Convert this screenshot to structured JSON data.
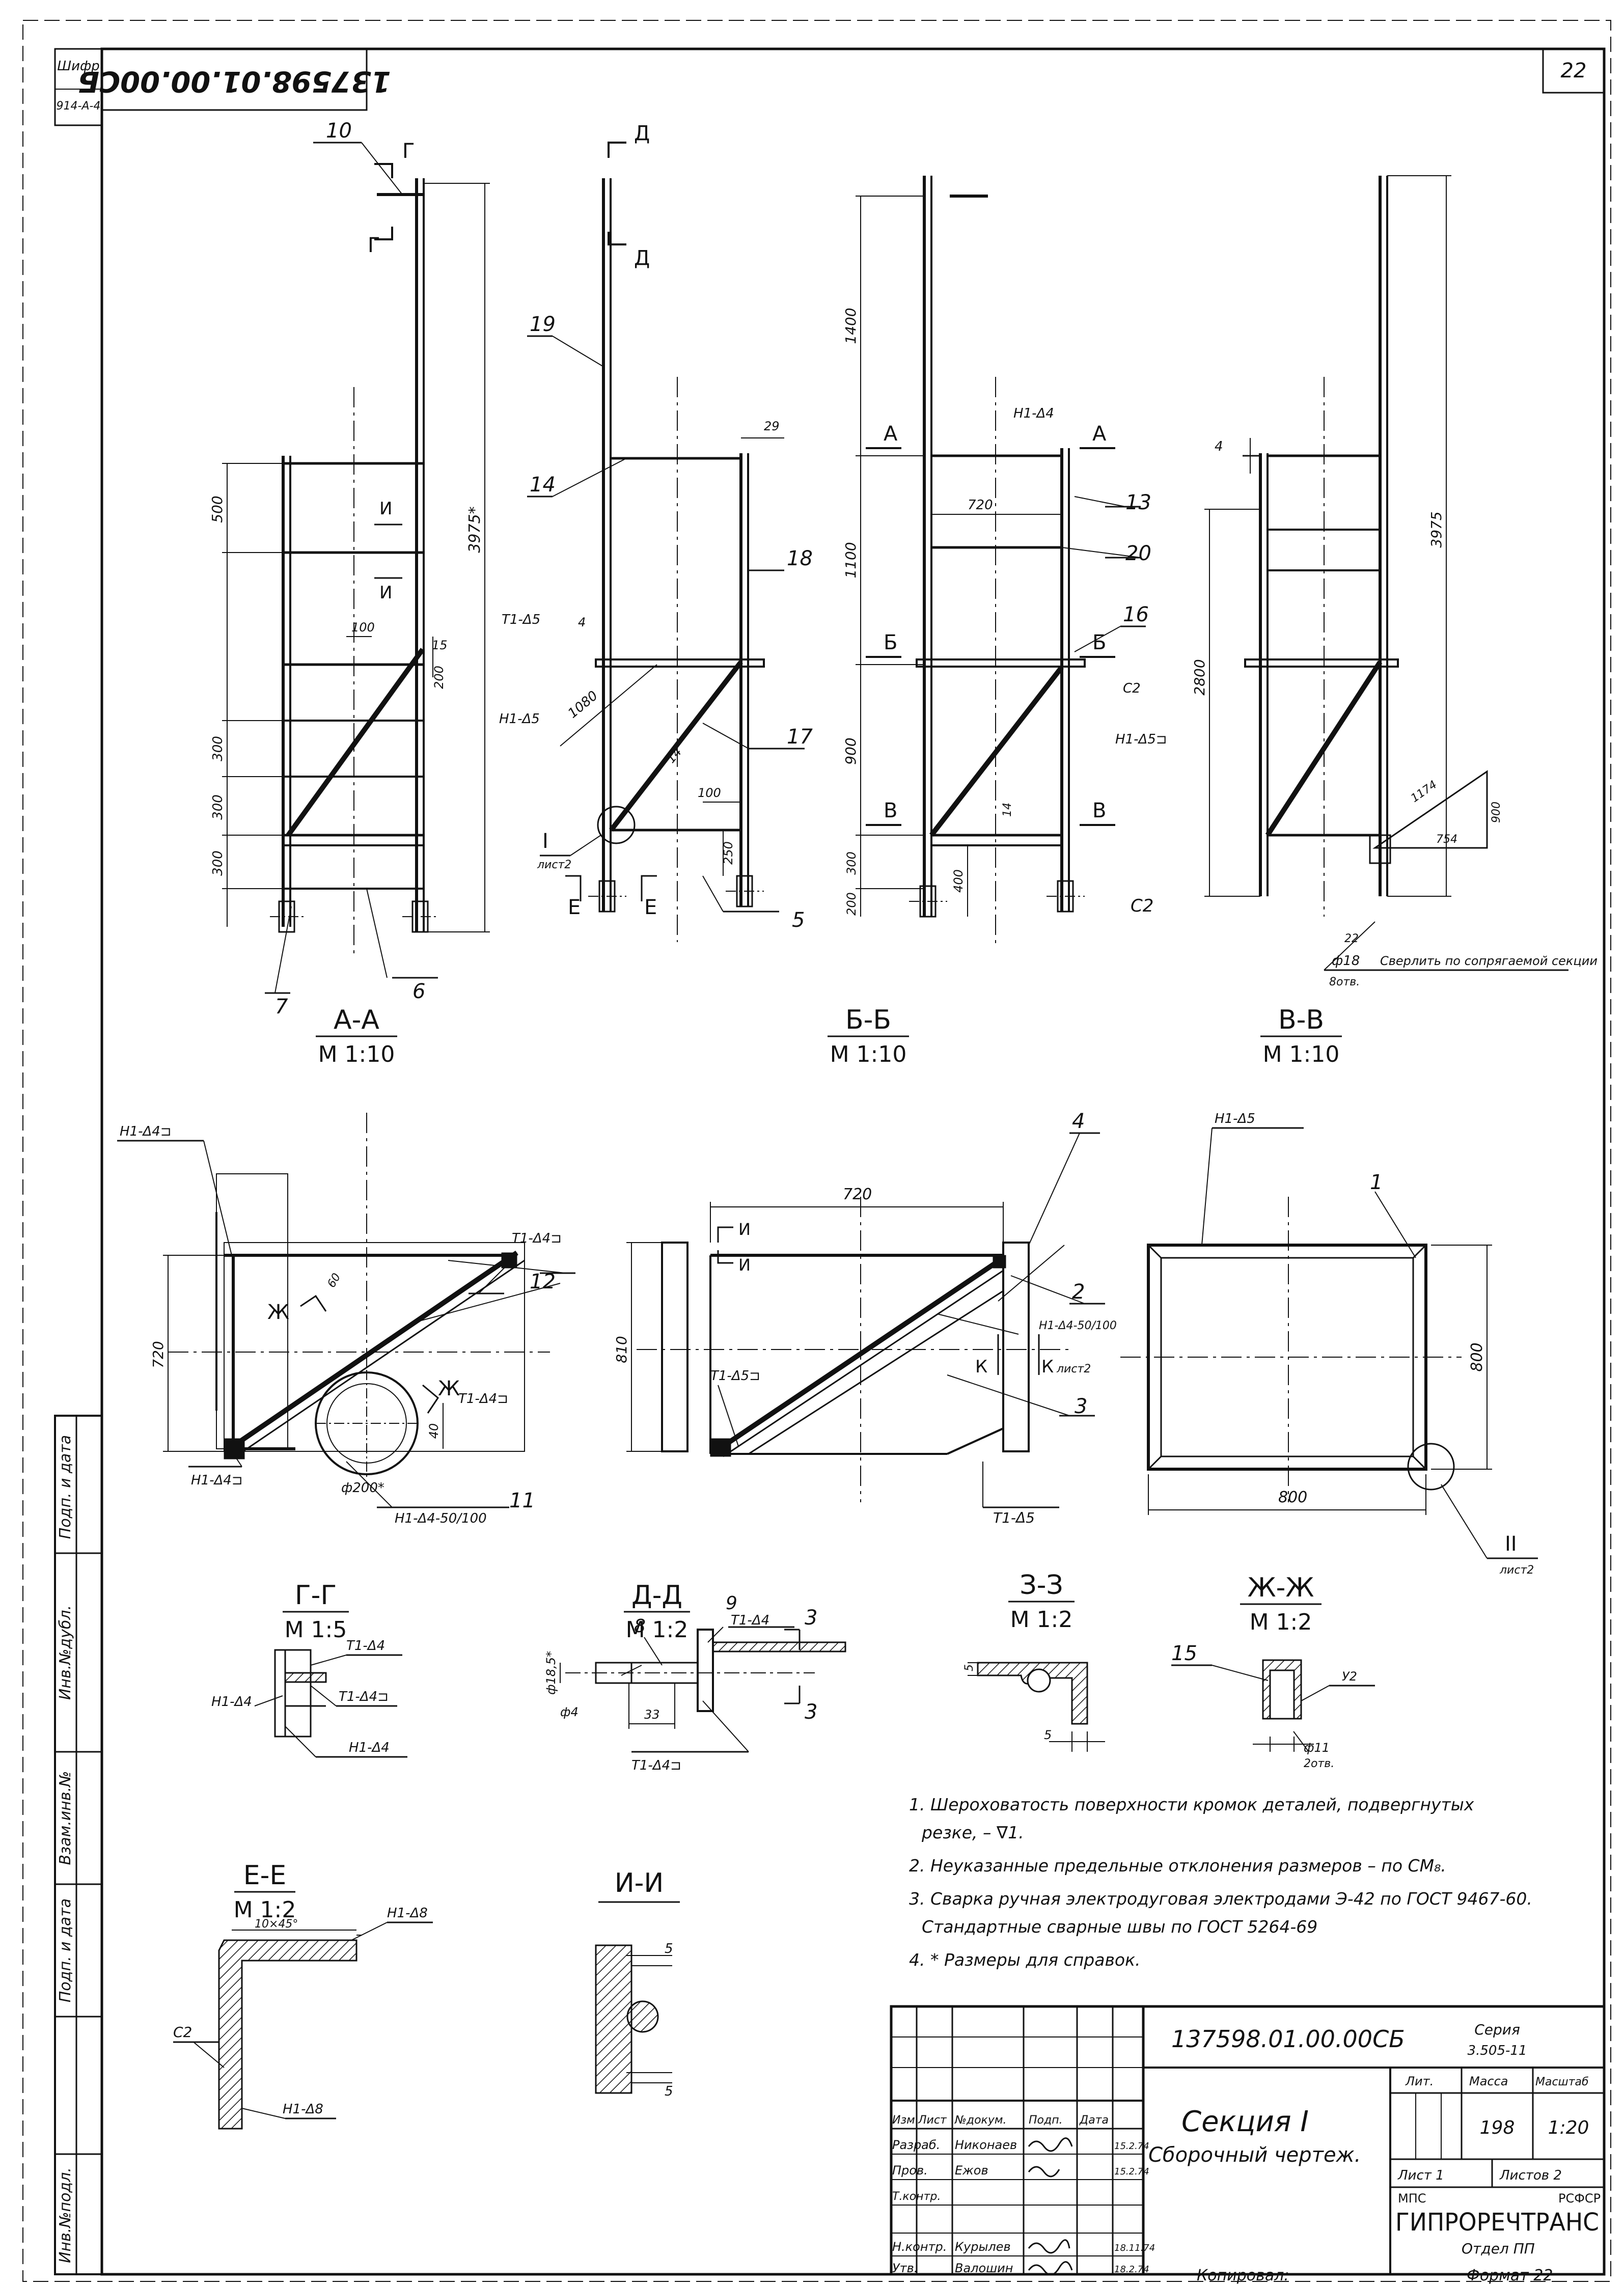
{
  "sheet": {
    "page_number": "22",
    "top_code_rotated": "137598.01.00.00СБ",
    "cipher_label": "Шифр",
    "cipher_value": "914-А-4",
    "left_margin_labels": [
      "Инв.№подл.",
      "Подп. и дата",
      "Взам.инв.№",
      "Инв.№дубл.",
      "Подп. и дата"
    ]
  },
  "views": {
    "view_aa": {
      "title": "А-А",
      "scale": "М 1:10"
    },
    "view_bb": {
      "title": "Б-Б",
      "scale": "М 1:10"
    },
    "view_vv": {
      "title": "В-В",
      "scale": "М 1:10"
    },
    "view_gg": {
      "title": "Г-Г",
      "scale": "М 1:5"
    },
    "view_dd": {
      "title": "Д-Д",
      "scale": "М 1:2"
    },
    "view_zz": {
      "title": "З-З",
      "scale": "М 1:2"
    },
    "view_zhzh": {
      "title": "Ж-Ж",
      "scale": "М 1:2"
    },
    "view_ee": {
      "title": "Е-Е",
      "scale": "М 1:2"
    },
    "view_ii": {
      "title": "И-И",
      "scale": ""
    }
  },
  "elevation1": {
    "callouts": {
      "c10": "10",
      "c7": "7",
      "c6": "6",
      "c15": "15"
    },
    "section_marks": {
      "g_top": "Г",
      "g_bottom": "Г",
      "i_top": "И",
      "i_bottom": "И"
    },
    "dims": {
      "d500": "500",
      "d300a": "300",
      "d300b": "300",
      "d300c": "300",
      "d100": "100",
      "d200": "200",
      "d3975": "3975*"
    }
  },
  "elevation2": {
    "callouts": {
      "c19": "19",
      "c14": "14",
      "c18": "18",
      "c17": "17",
      "c5": "5"
    },
    "section_marks": {
      "d_top": "Д",
      "d_bottom": "Д",
      "e_left": "Е",
      "e_right": "Е"
    },
    "weld_labels": {
      "w1": "Т1-Δ5",
      "w2": "Н1-Δ5"
    },
    "detail_ref": {
      "num": "I",
      "sheet": "лист2"
    },
    "dims": {
      "d29": "29",
      "d1080": "1080",
      "d14": "14",
      "d4": "4",
      "d100": "100",
      "d250": "250"
    }
  },
  "elevation3": {
    "callouts": {
      "c13": "13",
      "c20": "20",
      "c16": "16"
    },
    "section_marks": {
      "a_left": "А",
      "a_right": "А",
      "b_left": "Б",
      "b_right": "Б",
      "v_left": "В",
      "v_right": "В"
    },
    "weld_labels": {
      "w1": "Н1-Δ4",
      "w2": "С2",
      "w3": "Н1-Δ5⊐",
      "w4": "С2"
    },
    "dims": {
      "d1400": "1400",
      "d1100": "1100",
      "d720": "720",
      "d900": "900",
      "d300": "300",
      "d200": "200",
      "d400": "400",
      "d14": "14"
    }
  },
  "elevation4": {
    "dims": {
      "d4": "4",
      "d2800": "2800",
      "d3975": "3975",
      "d1174": "1174",
      "d754": "754",
      "d900": "900",
      "d22": "22"
    },
    "note": {
      "hole": "ф18",
      "count": "8отв.",
      "text": "Сверлить по сопрягаемой секции"
    }
  },
  "plan_aa": {
    "callouts": {
      "c12": "12",
      "c11": "11"
    },
    "weld_labels": {
      "w1": "Н1-Δ4⊐",
      "w2": "Т1-Δ4⊐",
      "w3": "Т1-Δ4⊐",
      "w4": "Н1-Δ4⊐",
      "w5": "Н1-Δ4-50/100"
    },
    "section_marks": {
      "zh1": "Ж",
      "zh2": "Ж"
    },
    "dims": {
      "d720": "720",
      "d60": "60",
      "d40": "40",
      "d200": "ф200*"
    }
  },
  "plan_bb": {
    "callouts": {
      "c4": "4",
      "c2": "2",
      "c3": "3"
    },
    "weld_labels": {
      "w1": "Н1-Δ4-50/100",
      "w2": "Т1-Δ5⊐",
      "w3": "Т1-Δ5"
    },
    "section_marks": {
      "i1": "И",
      "i2": "И",
      "k1": "К",
      "k2": "К",
      "k_sheet": "лист2"
    },
    "dims": {
      "d720": "720",
      "d810": "810"
    }
  },
  "plan_vv": {
    "callouts": {
      "c1": "1"
    },
    "weld_labels": {
      "w1": "Н1-Δ5"
    },
    "detail_ref": {
      "num": "II",
      "sheet": "лист2"
    },
    "dims": {
      "d800a": "800",
      "d800b": "800"
    }
  },
  "detail_gg": {
    "weld_labels": {
      "w1": "Т1-Δ4",
      "w2": "Н1-Δ4",
      "w3": "Т1-Δ4⊐",
      "w4": "Н1-Δ4"
    }
  },
  "detail_dd": {
    "callouts": {
      "c8": "8",
      "c9": "9",
      "c3a": "3",
      "c3b": "3"
    },
    "weld_labels": {
      "w1": "Т1-Δ4",
      "w2": "Т1-Δ4⊐"
    },
    "dims": {
      "d18": "ф18,5*",
      "d4": "ф4",
      "d33": "33"
    }
  },
  "detail_zz": {
    "dims": {
      "d5a": "5",
      "d5b": "5"
    }
  },
  "detail_zhzh": {
    "callouts": {
      "c15": "15"
    },
    "dims": {
      "y2": "У2",
      "d11": "ф11",
      "d2": "2отв."
    }
  },
  "detail_ee": {
    "weld_labels": {
      "w1": "Н1-Δ8",
      "w2": "С2",
      "w3": "Н1-Δ8"
    },
    "dims": {
      "d10": "10×45°"
    }
  },
  "detail_ii": {
    "dims": {
      "d5a": "5",
      "d5b": "5"
    }
  },
  "notes": [
    "1. Шероховатость поверхности кромок деталей, подвергнутых",
    "резке, – ∇1.",
    "2. Неуказанные предельные отклонения размеров – по СМ₈.",
    "3. Сварка ручная электродуговая электродами Э-42 по ГОСТ 9467-60.",
    "Стандартные сварные швы по ГОСТ 5264-69",
    "4. * Размеры для справок."
  ],
  "title_block": {
    "code": "137598.01.00.00СБ",
    "series_label": "Серия",
    "series_value": "3.505-11",
    "title": "Секция I",
    "subtitle": "Сборочный чертеж.",
    "col_headers": [
      "Изм",
      "Лист",
      "№докум.",
      "Подп.",
      "Дата"
    ],
    "roles": [
      "Разраб.",
      "Пров.",
      "Т.контр.",
      "",
      "Н.контр.",
      "Утв."
    ],
    "names": [
      "Никонаев",
      "Ежов",
      "",
      "",
      "Курылев",
      "Валошин"
    ],
    "dates": [
      "15.2.74",
      "15.2.74",
      "",
      "",
      "18.11.74",
      "18.2.74"
    ],
    "lit_label": "Лит.",
    "mass_label": "Масса",
    "scale_label": "Масштаб",
    "mass_value": "198",
    "scale_value": "1:20",
    "sheet_label": "Лист 1",
    "sheets_label": "Листов 2",
    "org1": "МПС",
    "org2": "РСФСР",
    "org3": "ГИПРОРЕЧТРАНС",
    "org4": "Отдел ПП",
    "copied_label": "Копировал:",
    "format_label": "Формат 22"
  }
}
